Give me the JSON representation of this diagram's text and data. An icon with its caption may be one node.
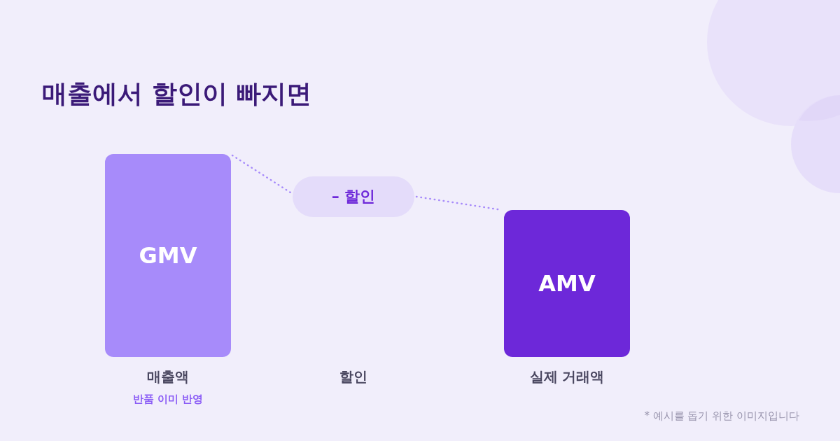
{
  "diagram": {
    "title": "매출에서 할인이 빠지면",
    "nodes": [
      {
        "text": [
          "GMV"
        ],
        "beside": [
          "매출액",
          "반품 이미 반영"
        ]
      },
      {
        "text": [
          "– 할인"
        ]
      },
      {
        "text": [
          "AMV"
        ],
        "beside": [
          "실제 거래액"
        ]
      }
    ],
    "edges": [
      {
        "from": 0,
        "to": 1,
        "arrow": "none",
        "style": "dashed"
      },
      {
        "from": 1,
        "to": 2,
        "arrow": "none",
        "style": "dashed"
      }
    ],
    "labels": [
      "할인",
      "* 예시를 돕기 위한 이미지입니다"
    ]
  }
}
